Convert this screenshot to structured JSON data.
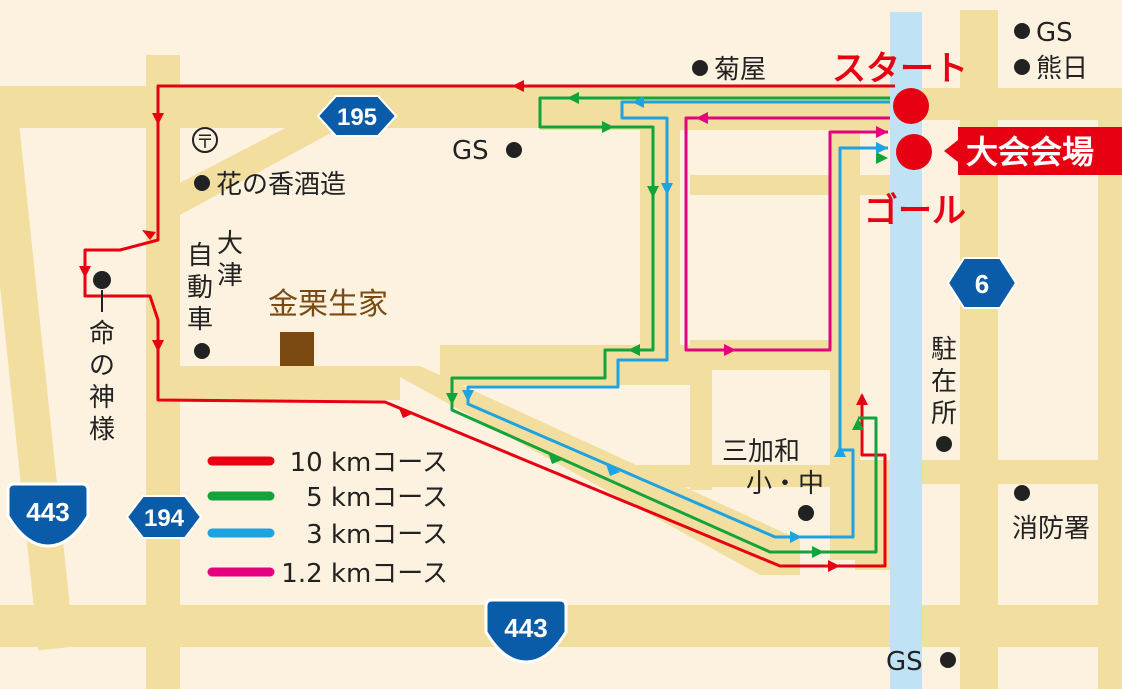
{
  "colors": {
    "background": "#fdf2e0",
    "road": "#f2dfa0",
    "river": "#bfe3f5",
    "red": "#e60012",
    "green": "#13a33a",
    "blue": "#1fa2e0",
    "magenta": "#e4007f",
    "shield": "#0a5ba8",
    "venue_box": "#e60012",
    "building": "#7a4a12"
  },
  "routes": {
    "start": "スタート",
    "goal": "ゴール",
    "venue": "大会会場"
  },
  "legend": [
    {
      "label": "10 kmコース",
      "color": "#e60012"
    },
    {
      "label": "5 kmコース",
      "color": "#13a33a"
    },
    {
      "label": "3 kmコース",
      "color": "#1fa2e0"
    },
    {
      "label": "1.2 kmコース",
      "color": "#e4007f"
    }
  ],
  "roads": {
    "r195": "195",
    "r194": "194",
    "r443_left": "443",
    "r443_bottom": "443",
    "r6": "6"
  },
  "landmarks": {
    "kikuya": "菊屋",
    "gs_top1": "GS",
    "kumanichi": "熊日",
    "gs_mid": "GS",
    "post_mark": "〒",
    "sake": "花の香酒造",
    "inochi": [
      "命",
      "の",
      "神",
      "様"
    ],
    "otsu_col1": [
      "大",
      "津"
    ],
    "otsu_col2": [
      "自",
      "動",
      "車"
    ],
    "kanakuri": "金栗生家",
    "chuzaisho": [
      "駐",
      "在",
      "所"
    ],
    "school_line1": "三加和",
    "school_line2": "小・中",
    "fire": "消防署",
    "gs_bottom": "GS"
  }
}
